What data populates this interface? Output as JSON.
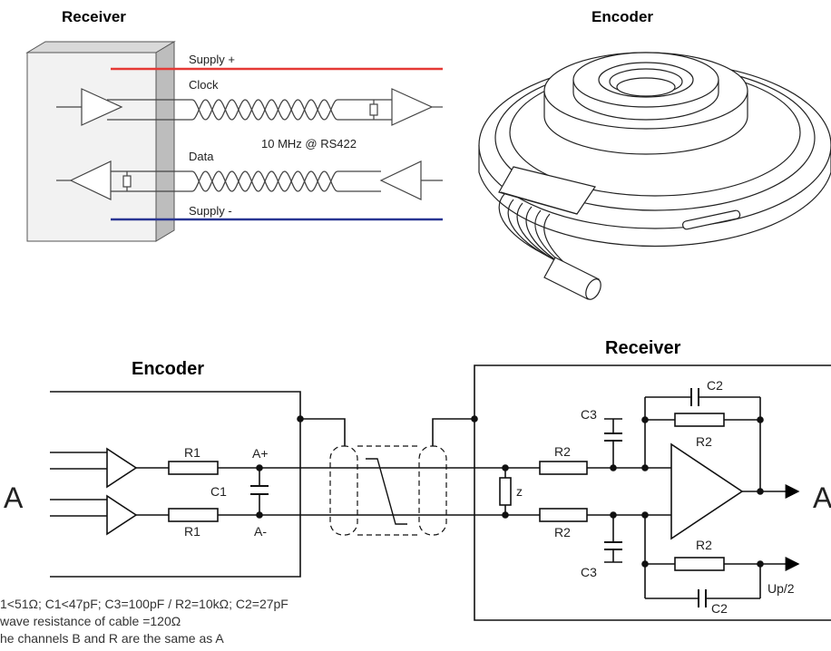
{
  "headings": {
    "top_left": "Receiver",
    "top_right": "Encoder",
    "bottom_encoder": "Encoder",
    "bottom_receiver": "Receiver"
  },
  "top_diagram": {
    "supply_plus": "Supply +",
    "clock": "Clock",
    "rate": "10 MHz @ RS422",
    "data": "Data",
    "supply_minus": "Supply -",
    "colors": {
      "supply_plus": "#e53935",
      "supply_minus": "#283593"
    }
  },
  "bottom_diagram": {
    "channel_in": "A",
    "channel_out": "A",
    "r1_top": "R1",
    "r1_bottom": "R1",
    "a_plus": "A+",
    "a_minus": "A-",
    "c1": "C1",
    "r2_top": "R2",
    "r2_bottom": "R2",
    "c3_top": "C3",
    "c3_bottom": "C3",
    "c2_top": "C2",
    "c2_bottom": "C2",
    "r2_fb_top": "R2",
    "r2_fb_bottom": "R2",
    "z": "z",
    "up2": "Up/2"
  },
  "notes": [
    "1<51Ω;  C1<47pF;  C3=100pF  /  R2=10kΩ;  C2=27pF",
    "wave resistance of cable =120Ω",
    "he channels B and R are the same as A"
  ]
}
